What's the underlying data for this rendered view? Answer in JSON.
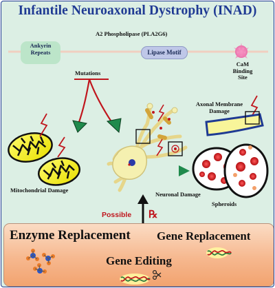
{
  "title": "Infantile Neuroaxonal Dystrophy (INAD)",
  "protein": {
    "name": "A2 Phospholipase (PLA2G6)",
    "domains": [
      "Ankyrin Repeats",
      "Lipase Motif",
      "CaM Binding Site"
    ]
  },
  "mutations_label": "Mutations",
  "damage": {
    "mitochondrial": "Mitochondrial Damage",
    "neuronal": "Neuronal Damage",
    "axonal_membrane": "Axonal Membrane Damage",
    "spheroids": "Spheroids"
  },
  "possible_rx": {
    "word": "Possible",
    "symbol": "℞"
  },
  "treatments": [
    "Enzyme Replacement",
    "Gene Replacement",
    "Gene Editing"
  ],
  "colors": {
    "title": "#1f3a93",
    "background": "#dcefe4",
    "mitochondria": "#f7f21a",
    "spheroid": "#d81e1e",
    "treatment_panel": "#f6b88f",
    "arrow_red": "#c0161d",
    "arrow_green": "#1f8a4c"
  }
}
